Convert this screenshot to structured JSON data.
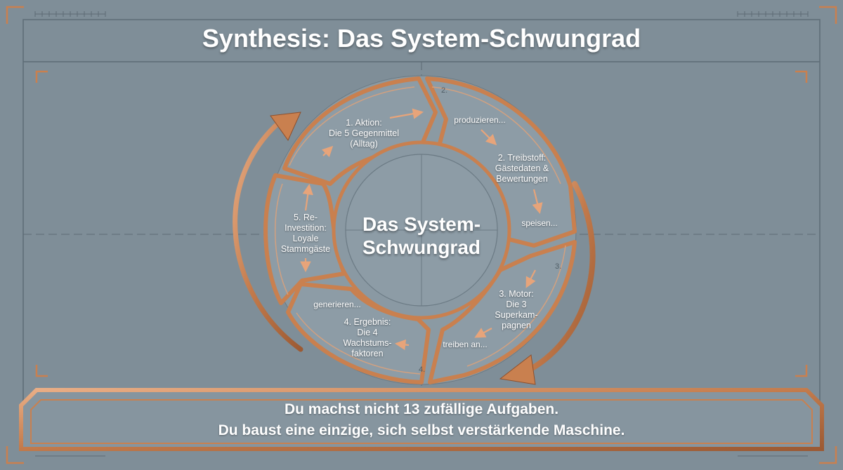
{
  "title": "Synthesis: Das System-Schwungrad",
  "center": "Das System-\nSchwungrad",
  "steps": [
    {
      "label": "1. Aktion:\nDie 5 Gegenmittel\n(Alltag)"
    },
    {
      "label": "2. Treibstoff:\nGästedaten &\nBewertungen"
    },
    {
      "label": "3. Motor:\nDie 3\nSuperkam-\npagnen"
    },
    {
      "label": "4. Ergebnis:\nDie 4\nWachstums-\nfaktoren"
    },
    {
      "label": "5. Re-\nInvestition:\nLoyale\nStammgäste"
    }
  ],
  "connectors": {
    "produce": "produzieren...",
    "feed": "speisen...",
    "drive": "treiben an...",
    "generate": "generieren..."
  },
  "segment_numbers": [
    "2.",
    "3.",
    "4."
  ],
  "footer": {
    "line1": "Du machst nicht 13 zufällige Aufgaben.",
    "line2": "Du baust eine einzige, sich selbst verstärkende Maschine."
  },
  "colors": {
    "background": "#7f8e98",
    "copper": "#c9804f",
    "copper_light": "#e3a277",
    "panel": "#8b9aa3",
    "text": "#ffffff"
  }
}
